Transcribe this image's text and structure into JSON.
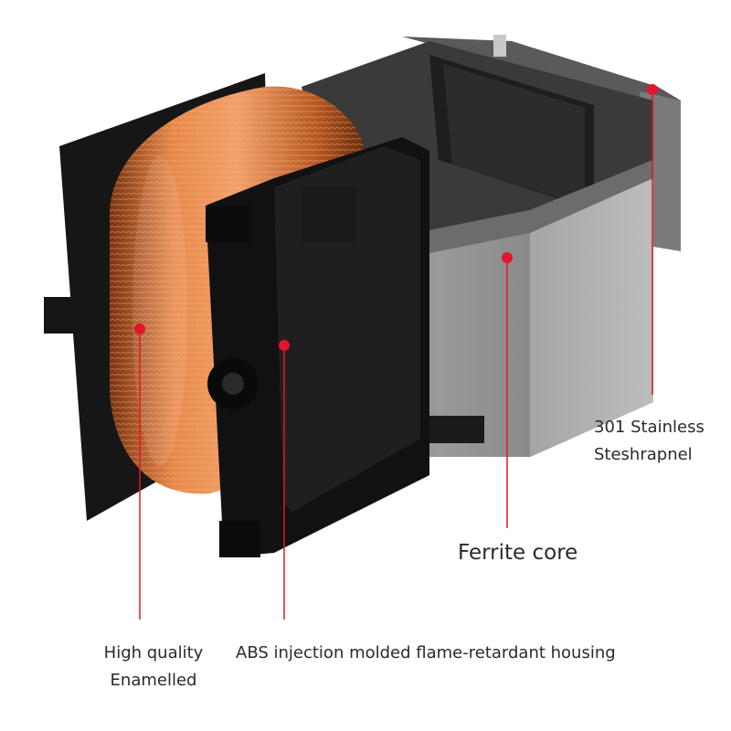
{
  "annotations": {
    "steel_line1": "301 Stainless",
    "steel_line2": "Steshrapnel",
    "ferrite": "Ferrite core",
    "wire_line1": "High quality",
    "wire_line2": "Enamelled",
    "abs": "ABS injection molded flame-retardant housing"
  },
  "colors": {
    "marker": "#e4142a",
    "copper": "#c8652a",
    "housing": "#1a1a1a",
    "core": "#8d8d8d"
  }
}
